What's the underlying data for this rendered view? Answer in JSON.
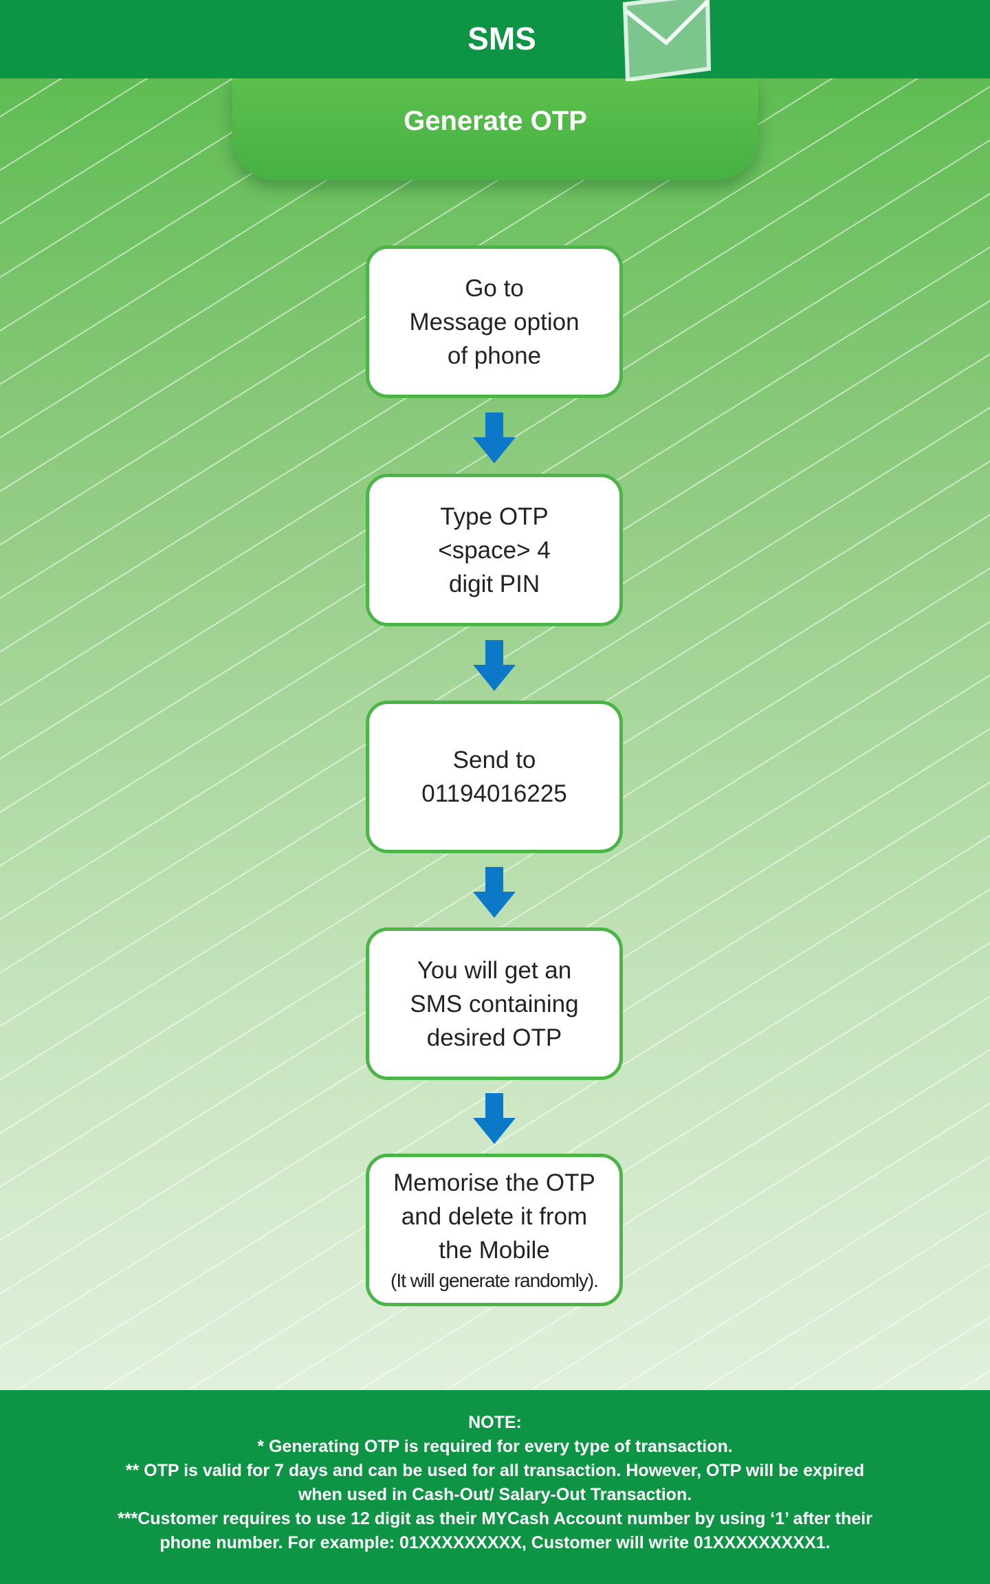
{
  "header": {
    "title": "SMS",
    "icon": "envelope-icon"
  },
  "subheader": {
    "title": "Generate OTP"
  },
  "steps": [
    {
      "lines": [
        "Go to",
        "Message option",
        "of phone"
      ]
    },
    {
      "lines": [
        "Type OTP",
        "<space> 4",
        "digit PIN"
      ]
    },
    {
      "lines": [
        "Send to",
        "01194016225"
      ]
    },
    {
      "lines": [
        "You will get an",
        "SMS containing",
        "desired OTP"
      ]
    },
    {
      "lines": [
        "Memorise the OTP",
        "and delete it from",
        "the Mobile"
      ],
      "note": "(It will generate randomly)."
    }
  ],
  "note": {
    "heading": "NOTE:",
    "line1": "* Generating OTP is required for every type of transaction.",
    "line2": "** OTP is valid for 7 days and can be used for all transaction. However, OTP will be expired",
    "line3": "when used in Cash-Out/ Salary-Out Transaction.",
    "line4": "***Customer requires to use 12 digit as their MYCash Account number by using ‘1’ after their",
    "line5": "phone number. For example: 01XXXXXXXXX, Customer will write 01XXXXXXXXX1."
  },
  "colors": {
    "header_green": "#0d9444",
    "accent_green": "#4cb548",
    "arrow_blue": "#0b78c8",
    "text_dark": "#222222"
  }
}
